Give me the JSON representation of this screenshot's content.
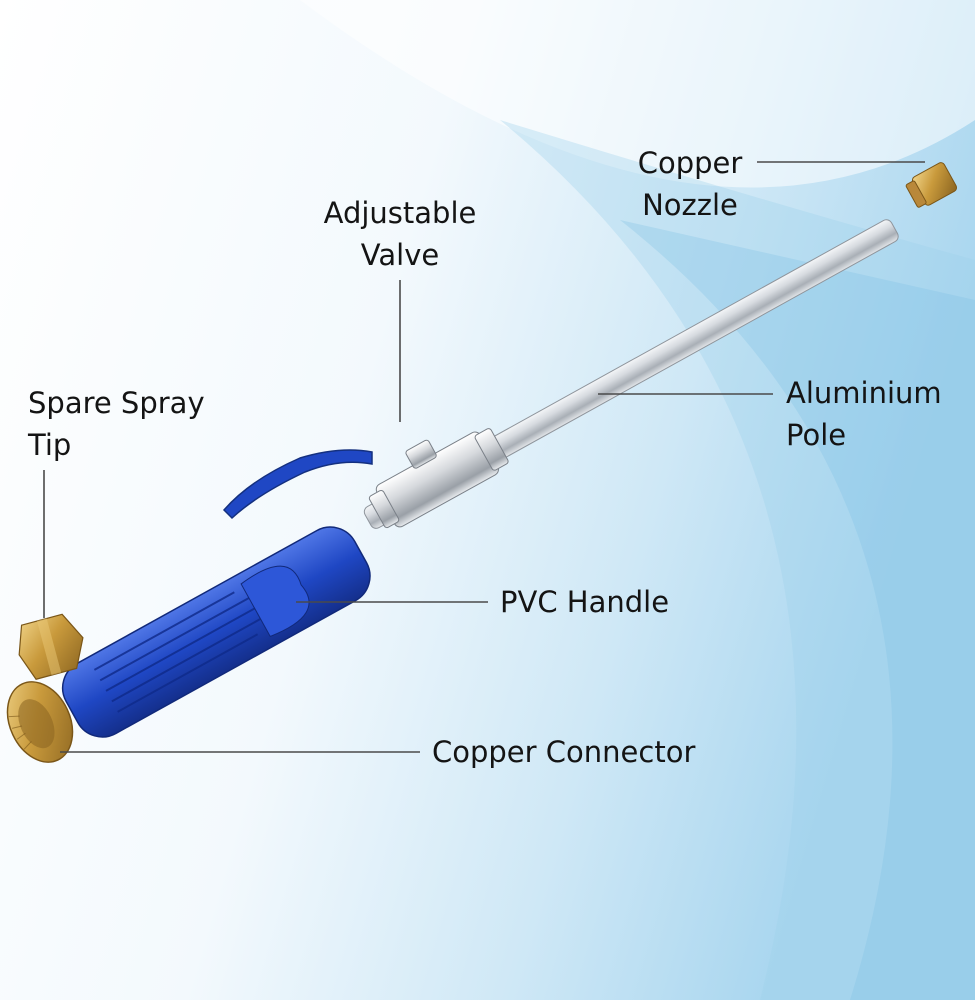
{
  "labels": {
    "copper_nozzle": [
      "Copper",
      "Nozzle"
    ],
    "adjustable_valve": [
      "Adjustable",
      "Valve"
    ],
    "spare_spray_tip": [
      "Spare Spray",
      "Tip"
    ],
    "aluminium_pole": [
      "Aluminium",
      "Pole"
    ],
    "pvc_handle": "PVC Handle",
    "copper_connector": "Copper Connector"
  },
  "colors": {
    "leader_line": "#4a4a4a",
    "handle_blue": "#1f47c4",
    "brass": "#c99a3c",
    "pole_silver": "#cfd3d8",
    "background_blue": "#bfe3f5"
  }
}
